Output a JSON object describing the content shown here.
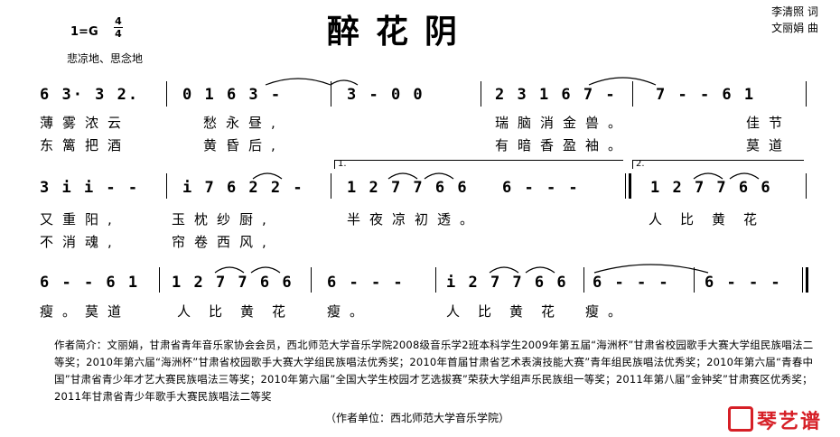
{
  "title": "醉花阴",
  "credits": {
    "lyricist": "李清照  词",
    "composer": "文丽娟  曲"
  },
  "key": "1=G",
  "time_signature": {
    "top": "4",
    "bottom": "4"
  },
  "tempo": "悲凉地、思念地",
  "rows": [
    {
      "notes": [
        "6 3· 3 2.",
        "0 1 6 3 -",
        "3 - 0 0",
        "2 3 1 6 7 -",
        "7 - - 6 1"
      ],
      "lyrics": [
        "薄雾浓云",
        "愁永昼,",
        "",
        "瑞脑消金兽。",
        "佳节"
      ],
      "lyrics2": [
        "东篱把酒",
        "黄昏后,",
        "",
        "有暗香盈袖。",
        "莫道"
      ]
    },
    {
      "notes": [
        "3 i i - -",
        "i 7 6 2 2 -",
        "1 2 7 7 6 6",
        "6 - - -",
        "1 2 7 7 6 6"
      ],
      "lyrics": [
        "又重阳,",
        "玉枕纱厨,",
        "半夜凉初透。",
        "",
        "人比黄花"
      ],
      "lyrics2": [
        "不消魂,",
        "帘卷西风,",
        "",
        "",
        ""
      ]
    },
    {
      "notes": [
        "6 - - 6 1",
        "1 2 7 7 6 6",
        "6 - - -",
        "i 2 7 7 6 6",
        "6 - - -",
        "6 - - -"
      ],
      "lyrics": [
        "瘦。莫道",
        "人比黄花",
        "瘦。",
        "人比黄花",
        "瘦。",
        ""
      ]
    }
  ],
  "volta": {
    "first": "1.",
    "second": "2."
  },
  "bio": "作者简介：文丽娟，甘肃省青年音乐家协会会员，西北师范大学音乐学院2008级音乐学2班本科学生2009年第五届“海洲杯”甘肃省校园歌手大赛大学组民族唱法二等奖；2010年第六届“海洲杯”甘肃省校园歌手大赛大学组民族唱法优秀奖；2010年首届甘肃省艺术表演技能大赛”青年组民族唱法优秀奖；2010年第六届“青春中国”甘肃省青少年才艺大赛民族唱法三等奖；2010年第六届”全国大学生校园才艺选拔赛”荣获大学组声乐民族组一等奖；2011年第八届”金钟奖”甘肃赛区优秀奖；2011年甘肃省青少年歌手大赛民族唱法二等奖",
  "unit": "（作者单位：西北师范大学音乐学院）",
  "logo": "琴艺谱"
}
